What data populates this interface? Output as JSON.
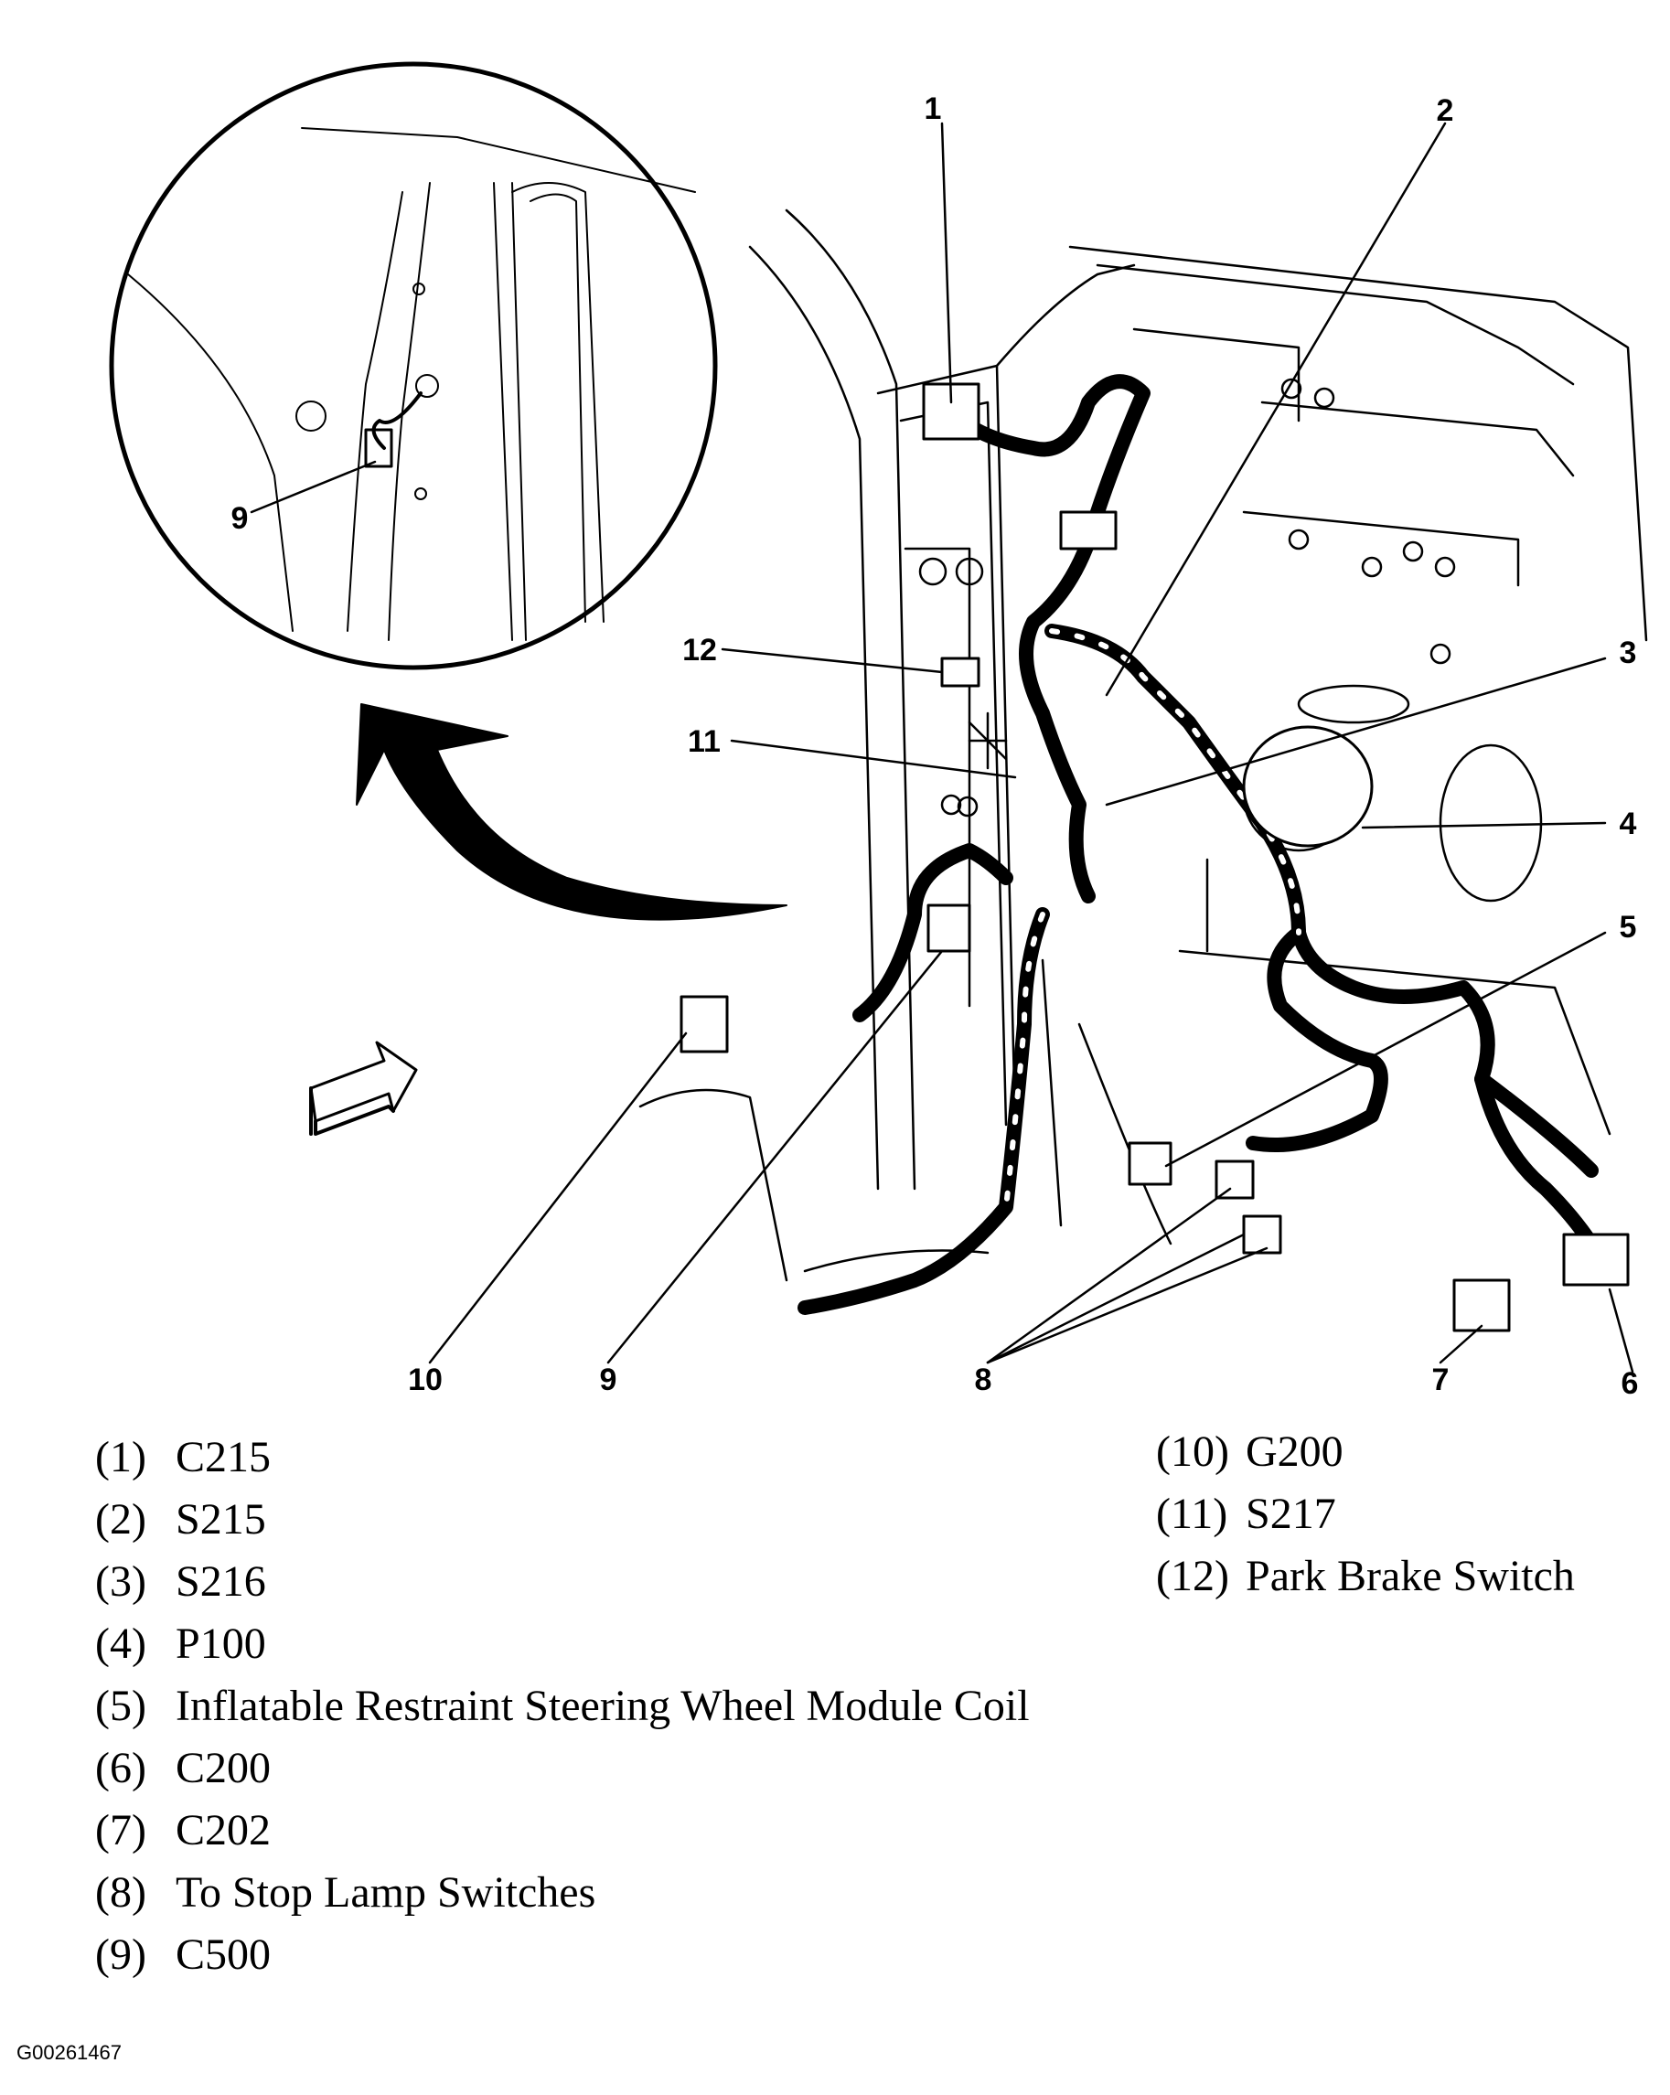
{
  "callouts": [
    "1",
    "2",
    "3",
    "4",
    "5",
    "6",
    "7",
    "8",
    "9",
    "10",
    "11",
    "12"
  ],
  "inset_callout": "9",
  "legend_left": [
    {
      "num": "(1)",
      "text": "C215"
    },
    {
      "num": "(2)",
      "text": "S215"
    },
    {
      "num": "(3)",
      "text": "S216"
    },
    {
      "num": "(4)",
      "text": "P100"
    },
    {
      "num": "(5)",
      "text": "Inflatable Restraint Steering Wheel Module Coil"
    },
    {
      "num": "(6)",
      "text": "C200"
    },
    {
      "num": "(7)",
      "text": "C202"
    },
    {
      "num": "(8)",
      "text": "To Stop Lamp Switches"
    },
    {
      "num": "(9)",
      "text": "C500"
    }
  ],
  "legend_right": [
    {
      "num": "(10)",
      "text": "G200"
    },
    {
      "num": "(11)",
      "text": "S217"
    },
    {
      "num": "(12)",
      "text": "Park Brake Switch"
    }
  ],
  "figure_id": "G00261467"
}
